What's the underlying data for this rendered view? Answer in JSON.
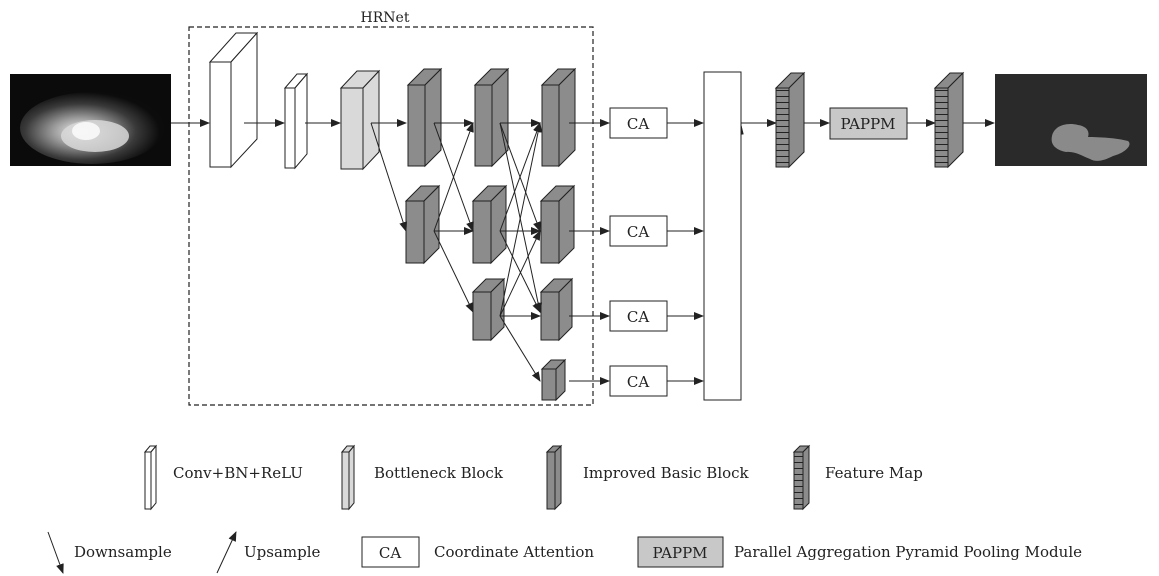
{
  "title": "HRNet",
  "ca_label": "CA",
  "pappm_label": "PAPPM",
  "legend": {
    "conv": "Conv+BN+ReLU",
    "bottleneck": "Bottleneck Block",
    "improved_basic": "Improved Basic Block",
    "feature_map": "Feature Map",
    "downsample": "Downsample",
    "upsample": "Upsample",
    "ca_box": "CA",
    "ca_text": "Coordinate Attention",
    "pappm_box": "PAPPM",
    "pappm_text": "Parallel Aggregation Pyramid Pooling Module"
  },
  "colors": {
    "stroke": "#222222",
    "conv_fill": "#ffffff",
    "bottleneck_fill": "#d9d9d9",
    "basic_fill": "#8c8c8c",
    "pappm_fill": "#c8c8c8",
    "output_bg": "#2a2a2a",
    "output_mask": "#8a8a8a"
  }
}
